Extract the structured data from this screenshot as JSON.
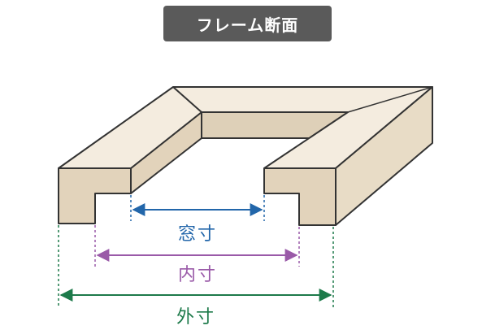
{
  "title": "フレーム断面",
  "labels": {
    "window": "窓寸",
    "inner": "内寸",
    "outer": "外寸"
  },
  "colors": {
    "badge": "#5a5a5a",
    "window": "#2266aa",
    "inner": "#9a5aa8",
    "outer": "#1d7a4a",
    "top_face": "#f4ecdf",
    "front_face": "#e2d3bb",
    "inner_face": "#ded0b8",
    "outline": "#333333"
  }
}
